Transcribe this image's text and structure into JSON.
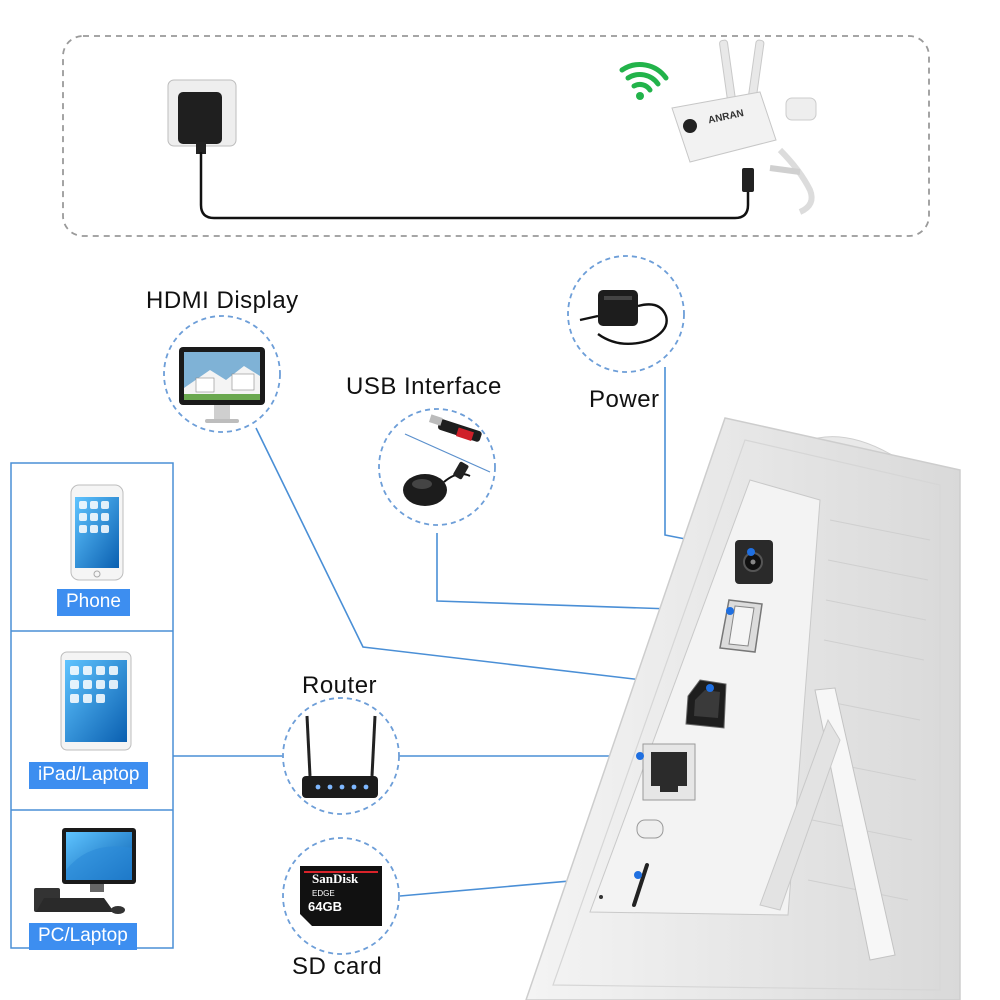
{
  "labels": {
    "hdmi": "HDMI Display",
    "usb": "USB Interface",
    "power": "Power",
    "router": "Router",
    "sdcard": "SD card"
  },
  "devices": {
    "phone": "Phone",
    "ipad": "iPad/Laptop",
    "pc": "PC/Laptop"
  },
  "camera_brand": "ANRAN",
  "sd_brand": "SanDisk",
  "sd_model": "EDGE",
  "sd_capacity": "64GB",
  "colors": {
    "accent": "#3d8ef0",
    "line": "#4a8fd6",
    "dashed_border": "#9a9a9a",
    "wifi": "#22b34a"
  }
}
